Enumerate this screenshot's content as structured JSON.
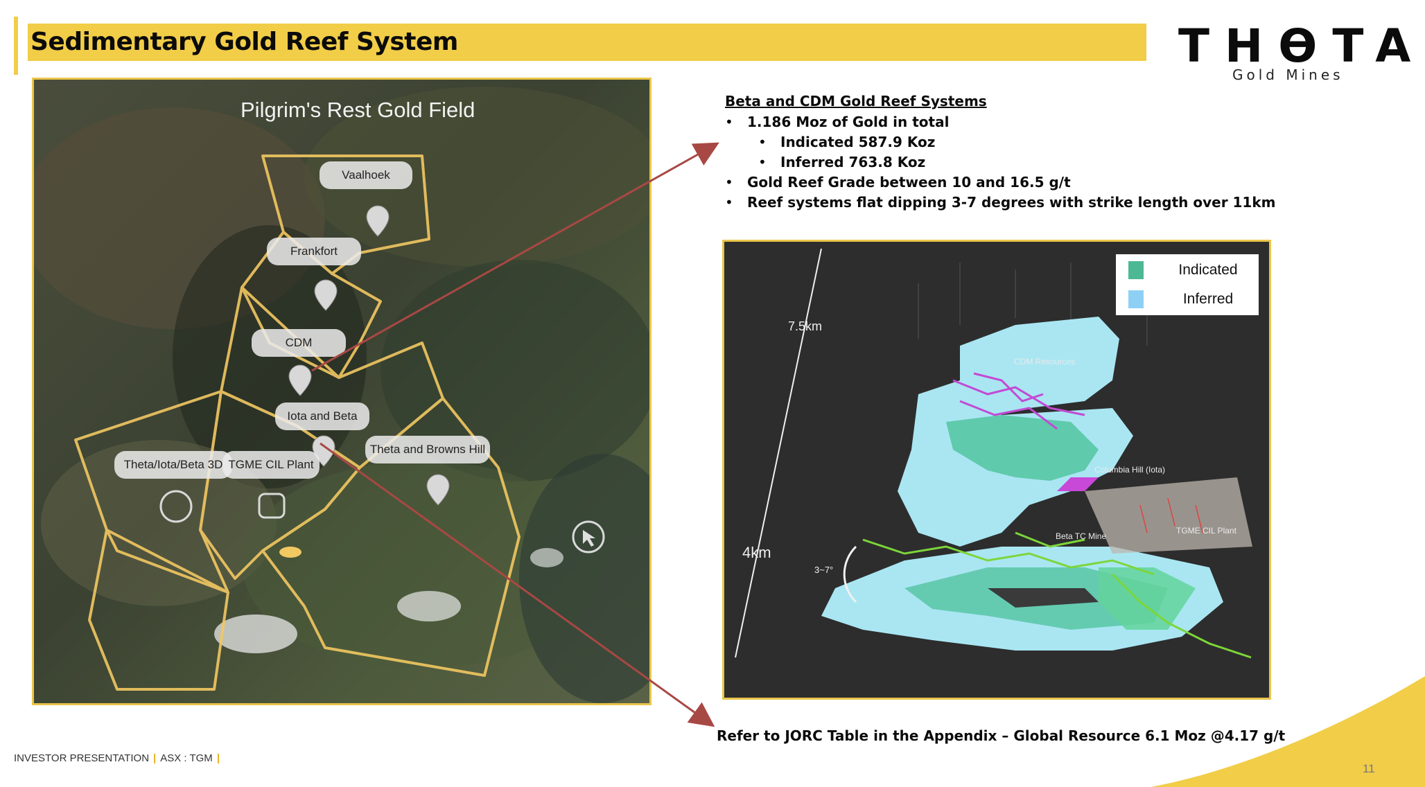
{
  "slide": {
    "title": "Sedimentary Gold Reef System",
    "page_number": "11",
    "accent_color": "#f2cd47"
  },
  "logo": {
    "word": "THƟTA",
    "subtitle": "Gold Mines"
  },
  "map": {
    "title": "Pilgrim's Rest Gold Field",
    "labels": [
      "Vaalhoek",
      "Frankfort",
      "CDM",
      "Iota and Beta",
      "Theta and Browns Hill",
      "Theta/Iota/Beta 3D",
      "TGME CIL Plant"
    ]
  },
  "summary": {
    "heading": "Beta and CDM Gold Reef Systems",
    "items": [
      {
        "text": "1.186 Moz of Gold in total",
        "level": 1
      },
      {
        "text": "Indicated 587.9 Koz",
        "level": 2
      },
      {
        "text": "Inferred 763.8 Koz",
        "level": 2
      },
      {
        "text": "Gold Reef Grade between 10 and 16.5 g/t",
        "level": 1
      },
      {
        "text": "Reef systems flat dipping 3-7 degrees with strike length over 11km",
        "level": 1
      }
    ]
  },
  "model": {
    "legend": [
      {
        "label": "Indicated",
        "color": "#4db894"
      },
      {
        "label": "Inferred",
        "color": "#8ed0f4"
      }
    ],
    "scale_long": "7.5km",
    "scale_short": "4km",
    "dip_label": "3~7°",
    "labels": [
      "CDM Resources",
      "Columbia Hill (Iota)",
      "TGME CIL Plant",
      "Beta TC Mine"
    ]
  },
  "jorc_note": "Refer to JORC Table in the Appendix – Global Resource 6.1 Moz @4.17 g/t",
  "footer": {
    "left": "INVESTOR PRESENTATION",
    "right": "ASX : TGM"
  }
}
